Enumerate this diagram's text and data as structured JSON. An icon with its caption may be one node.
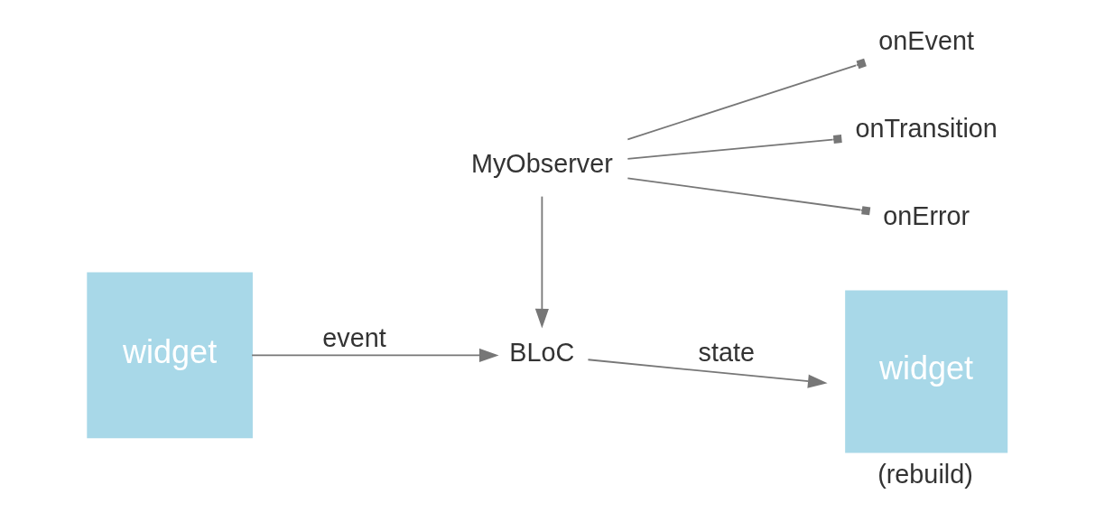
{
  "diagram": {
    "nodes": [
      {
        "text": [
          "widget"
        ]
      },
      {
        "text": [
          "BLoC"
        ]
      },
      {
        "text": [
          "widget"
        ],
        "beside": [
          "(rebuild)"
        ]
      },
      {
        "text": [
          "MyObserver"
        ]
      },
      {
        "text": [
          "onEvent"
        ]
      },
      {
        "text": [
          "onTransition"
        ]
      },
      {
        "text": [
          "onError"
        ]
      }
    ],
    "edges": [
      {
        "from": 0,
        "to": 1,
        "label": "event",
        "arrow": "to"
      },
      {
        "from": 1,
        "to": 2,
        "label": "state",
        "arrow": "to"
      },
      {
        "from": 3,
        "to": 1,
        "arrow": "to"
      },
      {
        "from": 3,
        "to": 4,
        "arrow": "other"
      },
      {
        "from": 3,
        "to": 5,
        "arrow": "other"
      },
      {
        "from": 3,
        "to": 6,
        "arrow": "other"
      }
    ]
  }
}
